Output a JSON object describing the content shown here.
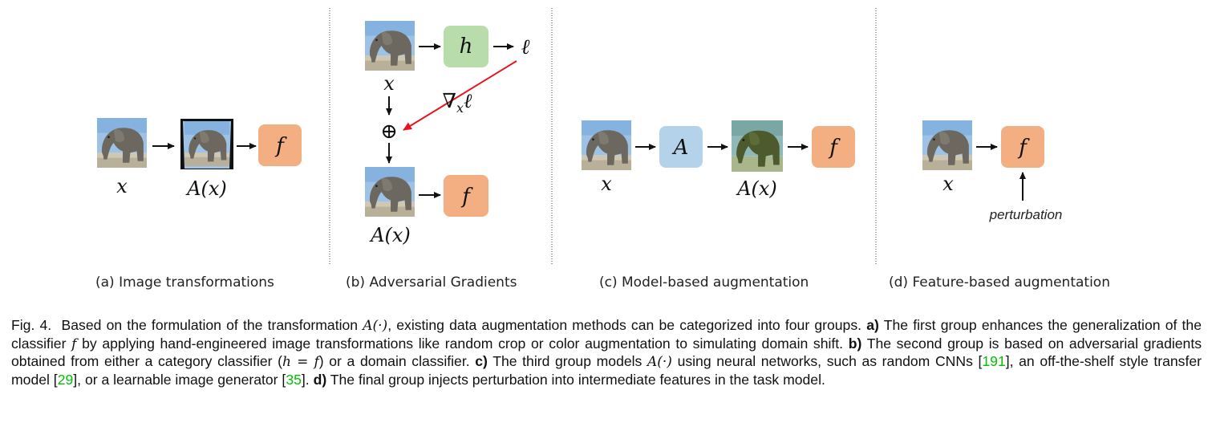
{
  "panels": {
    "a": {
      "input_label": "x",
      "aug_label": "A(x)",
      "classifier": "f",
      "subtitle": "(a) Image transformations"
    },
    "b": {
      "input_label": "x",
      "model": "h",
      "loss": "ℓ",
      "grad_label": "∇xℓ",
      "plus": "⊕",
      "aug_label": "A(x)",
      "classifier": "f",
      "subtitle": "(b) Adversarial Gradients"
    },
    "c": {
      "input_label": "x",
      "model": "A",
      "aug_label": "A(x)",
      "classifier": "f",
      "subtitle": "(c) Model-based augmentation"
    },
    "d": {
      "input_label": "x",
      "classifier": "f",
      "perturbation": "perturbation",
      "subtitle": "(d) Feature-based augmentation"
    }
  },
  "colors": {
    "classifier_box": "#f3ae82",
    "h_box": "#b9dcab",
    "A_box": "#b4d2ea",
    "gradient_arrow": "#e8141c",
    "divider": "#444444",
    "citation": "#00c000"
  },
  "icons": [
    "elephant-image",
    "cropped-elephant-image",
    "stylized-elephant-image"
  ],
  "caption": {
    "fig_label": "Fig. 4.",
    "s1": "Based on the formulation of the transformation",
    "s1_math": "A(·)",
    "s2": ", existing data augmentation methods can be categorized into four groups.",
    "a_tag": "a)",
    "a_text1": "The first group enhances the generalization of the classifier",
    "a_math": "f",
    "a_text2": "by applying hand-engineered image transformations like random crop or color augmentation to simulating domain shift.",
    "b_tag": "b)",
    "b_text1": "The second group is based on adversarial gradients obtained from either a category classifier (",
    "b_math": "h = f",
    "b_text2": ") or a domain classifier.",
    "c_tag": "c)",
    "c_text1": "The third group models",
    "c_math": "A(·)",
    "c_text2": "using neural networks, such as random CNNs [",
    "cite1": "191",
    "c_text3": "], an off-the-shelf style transfer model [",
    "cite2": "29",
    "c_text4": "], or a learnable image generator [",
    "cite3": "35",
    "c_text5": "].",
    "d_tag": "d)",
    "d_text": "The final group injects perturbation into intermediate features in the task model."
  }
}
